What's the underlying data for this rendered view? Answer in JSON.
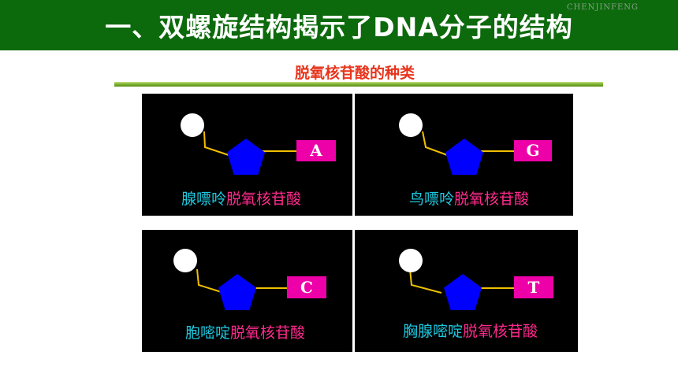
{
  "header": {
    "title": "一、双螺旋结构揭示了DNA分子的结构",
    "watermark": "CHENJINFENG"
  },
  "subtitle": "脱氧核苷酸的种类",
  "colors": {
    "header_bg": "#0c6a0c",
    "subtitle": "#e8341c",
    "phosphate": "#ffffff",
    "sugar": "#0000ff",
    "base_box": "#ee00a8",
    "bond_line": "#f0c000",
    "base_name": "#1ec8e0",
    "nucleotide_word": "#ff2a8c"
  },
  "panels": [
    {
      "base_letter": "A",
      "base_name": "腺嘌呤",
      "suffix": "脱氧核苷酸"
    },
    {
      "base_letter": "G",
      "base_name": "鸟嘌呤",
      "suffix": "脱氧核苷酸"
    },
    {
      "base_letter": "C",
      "base_name": "胞嘧啶",
      "suffix": "脱氧核苷酸"
    },
    {
      "base_letter": "T",
      "base_name": "胸腺嘧啶",
      "suffix": "脱氧核苷酸"
    }
  ]
}
